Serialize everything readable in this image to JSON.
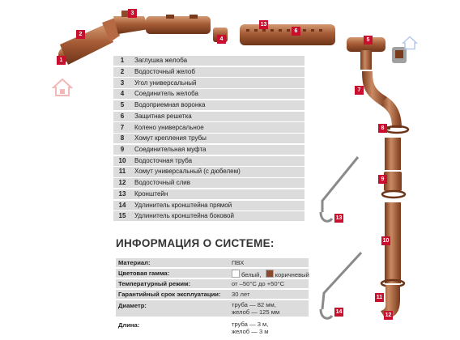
{
  "parts": [
    {
      "num": "1",
      "label": "Заглушка желоба"
    },
    {
      "num": "2",
      "label": "Водосточный желоб"
    },
    {
      "num": "3",
      "label": "Угол универсальный"
    },
    {
      "num": "4",
      "label": "Соединитель желоба"
    },
    {
      "num": "5",
      "label": "Водоприемная воронка"
    },
    {
      "num": "6",
      "label": "Защитная решетка"
    },
    {
      "num": "7",
      "label": "Колено универсальное"
    },
    {
      "num": "8",
      "label": "Хомут крепления трубы"
    },
    {
      "num": "9",
      "label": "Соединительная муфта"
    },
    {
      "num": "10",
      "label": "Водосточная труба"
    },
    {
      "num": "11",
      "label": "Хомут универсальный (с дюбелем)"
    },
    {
      "num": "12",
      "label": "Водосточный слив"
    },
    {
      "num": "13",
      "label": "Кронштейн"
    },
    {
      "num": "14",
      "label": "Удлинитель кронштейна прямой"
    },
    {
      "num": "15",
      "label": "Удлинитель кронштейна боковой"
    }
  ],
  "info": {
    "title": "ИНФОРМАЦИЯ О СИСТЕМЕ:",
    "material_label": "Материал:",
    "material_value": "ПВХ",
    "colors_label": "Цветовая гамма:",
    "color_white": "белый,",
    "color_brown": "коричневый",
    "temp_label": "Температурный режим:",
    "temp_value": "от –50°С до +50°С",
    "warranty_label": "Гарантийный срок эксплуатации:",
    "warranty_value": "30 лет",
    "diameter_label": "Диаметр:",
    "diameter_pipe": "труба — 82 мм,",
    "diameter_gutter": "желоб — 125 мм",
    "length_label": "Длина:",
    "length_pipe": "труба — 3 м,",
    "length_gutter": "желоб — 3 м"
  },
  "callouts": {
    "c1": "1",
    "c2": "2",
    "c3": "3",
    "c4": "4",
    "c5": "5",
    "c6": "6",
    "c7": "7",
    "c8": "8",
    "c9": "9",
    "c10": "10",
    "c11": "11",
    "c12": "12",
    "c13": "13",
    "c14": "14",
    "c13b": "13"
  },
  "colors": {
    "brown": "#8b4a2b",
    "brown_light": "#b8714c",
    "badge_red": "#c8102e",
    "row_gray": "#dcdcdc"
  },
  "icons": [
    "house-logo-icon"
  ]
}
